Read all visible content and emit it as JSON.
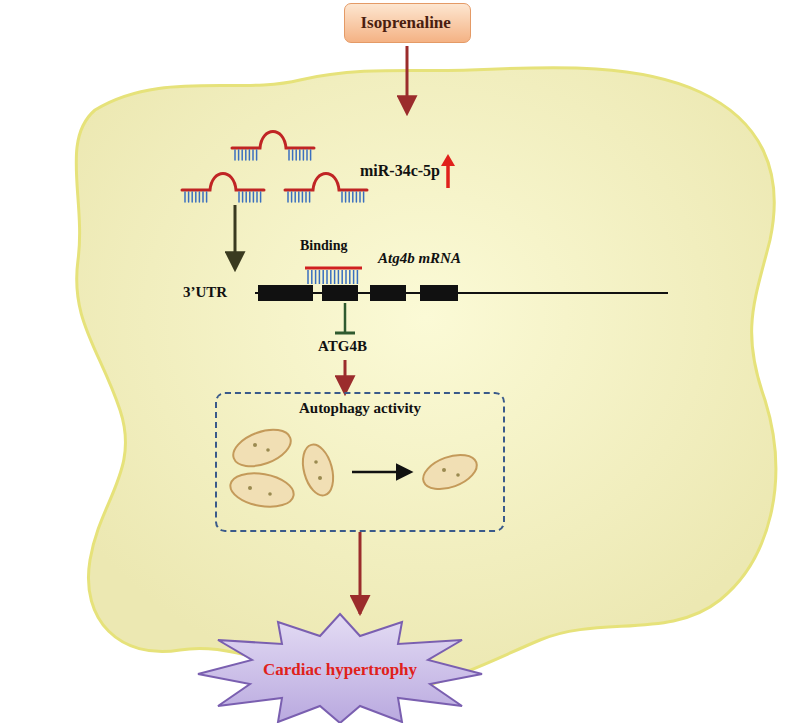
{
  "diagram": {
    "nodes": [
      {
        "text": [
          "Isoprenaline"
        ]
      },
      {
        "text": [
          "Autophagy activity"
        ]
      },
      {
        "text": [
          "Cardiac hypertrophy"
        ]
      }
    ],
    "edges": [
      {
        "from": 1,
        "to": 2,
        "arrow": "to"
      }
    ],
    "labels": [
      "miR-34c-5p",
      "Binding",
      "3’UTR",
      "Atg4b mRNA",
      "ATG4B"
    ]
  }
}
